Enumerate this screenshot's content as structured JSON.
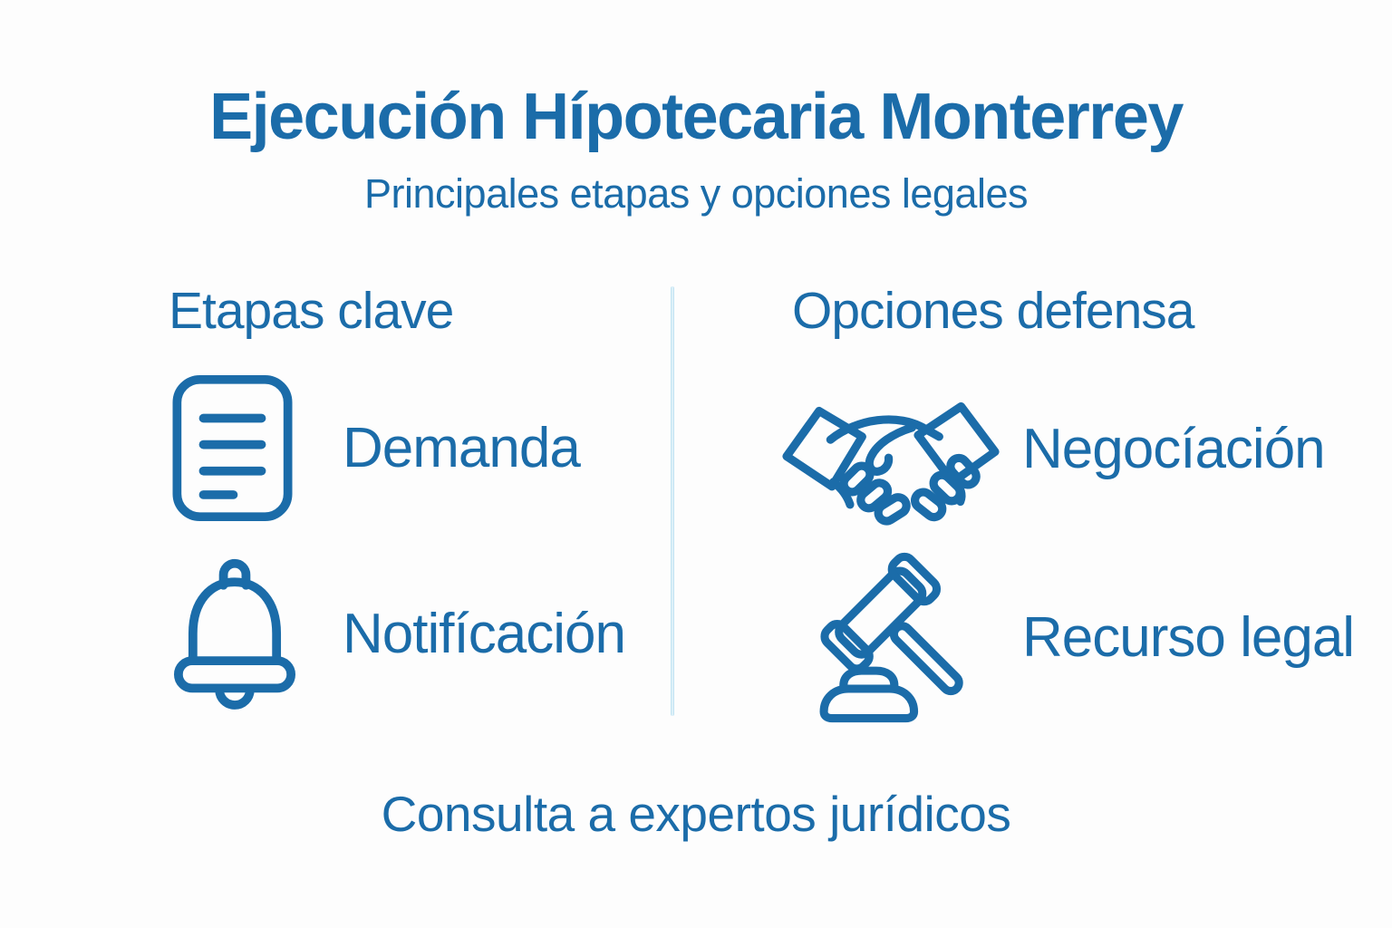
{
  "colors": {
    "accent": "#1b6ca9",
    "divider": "#b8dff0",
    "background": "#fdfdfd"
  },
  "header": {
    "title": "Ejecución Hípotecaria Monterrey",
    "subtitle": "Principales etapas y opciones legales"
  },
  "columns": {
    "left": {
      "heading": "Etapas clave",
      "items": [
        {
          "icon": "document-icon",
          "label": "Demanda"
        },
        {
          "icon": "bell-icon",
          "label": "Notifícación"
        }
      ]
    },
    "right": {
      "heading": "Opciones defensa",
      "items": [
        {
          "icon": "handshake-icon",
          "label": "Negocíación"
        },
        {
          "icon": "gavel-icon",
          "label": "Recurso legal"
        }
      ]
    }
  },
  "footer": {
    "note": "Consulta a expertos jurídicos"
  }
}
